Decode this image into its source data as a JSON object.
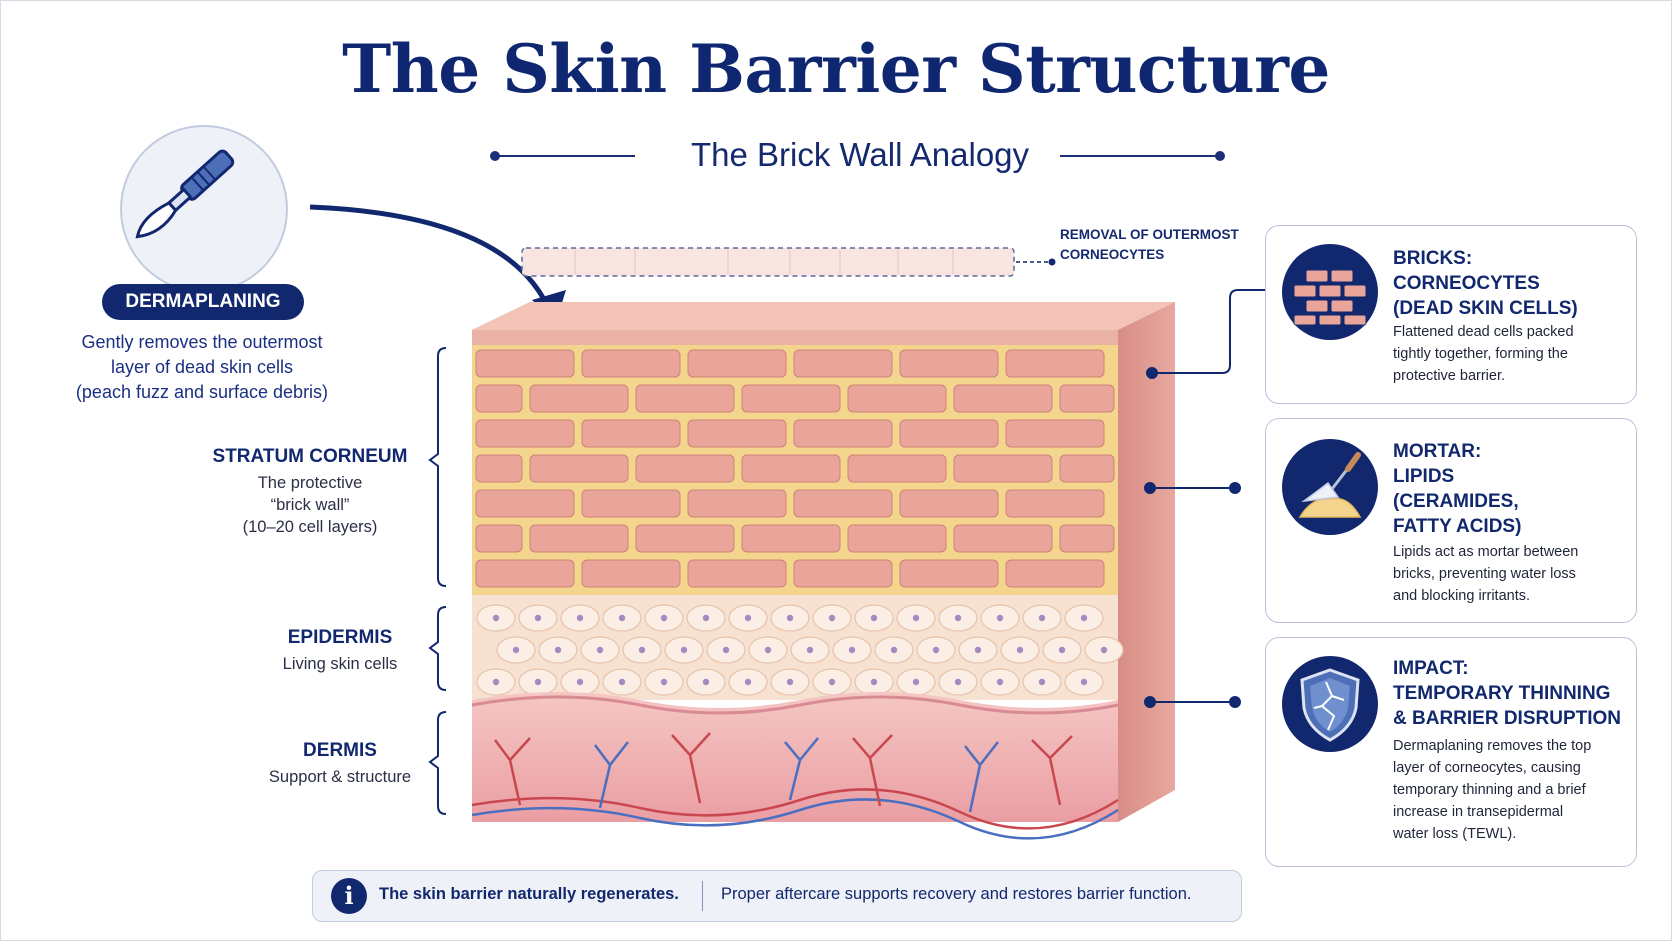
{
  "header": {
    "title": "The Skin Barrier Structure",
    "subtitle": "The Brick Wall Analogy"
  },
  "dermaplaning": {
    "badge": "DERMAPLANING",
    "description": [
      "Gently removes the outermost",
      "layer of dead skin cells",
      "(peach fuzz and surface debris)"
    ],
    "icon": "scalpel-icon"
  },
  "removal_note": [
    "REMOVAL OF OUTERMOST",
    "CORNEOCYTES"
  ],
  "layers": {
    "stratum_corneum": {
      "title": "STRATUM CORNEUM",
      "description": [
        "The protective",
        "“brick wall”",
        "(10–20 cell layers)"
      ]
    },
    "epidermis": {
      "title": "EPIDERMIS",
      "description": [
        "Living skin cells"
      ]
    },
    "dermis": {
      "title": "DERMIS",
      "description": [
        "Support & structure"
      ]
    }
  },
  "cards": [
    {
      "icon": "bricks-icon",
      "title": [
        "BRICKS:",
        "CORNEOCYTES",
        "(DEAD SKIN CELLS)"
      ],
      "description": [
        "Flattened dead cells packed",
        "tightly together, forming the",
        "protective barrier."
      ]
    },
    {
      "icon": "mortar-trowel-icon",
      "title": [
        "MORTAR:",
        "LIPIDS",
        "(CERAMIDES,",
        "FATTY ACIDS)"
      ],
      "description": [
        "Lipids act as mortar between",
        "bricks, preventing water loss",
        "and blocking irritants."
      ]
    },
    {
      "icon": "cracked-shield-icon",
      "title": [
        "IMPACT:",
        "TEMPORARY THINNING",
        "& BARRIER DISRUPTION"
      ],
      "description": [
        "Dermaplaning removes the top",
        "layer of corneocytes, causing",
        "temporary thinning and a brief",
        "increase in transepidermal",
        "water loss (TEWL)."
      ]
    }
  ],
  "footer": {
    "icon": "info-icon",
    "info_glyph": "i",
    "primary": "The skin barrier naturally regenerates.",
    "secondary": "Proper aftercare supports recovery and restores barrier function."
  },
  "colors": {
    "navy": "#12286e",
    "brick": "#e9a59a",
    "mortar": "#f3d58e",
    "epidermis": "#f7e1d0",
    "dermis": "#f1b6b8",
    "vein_red": "#c9474e",
    "vein_blue": "#4a6fc0"
  }
}
